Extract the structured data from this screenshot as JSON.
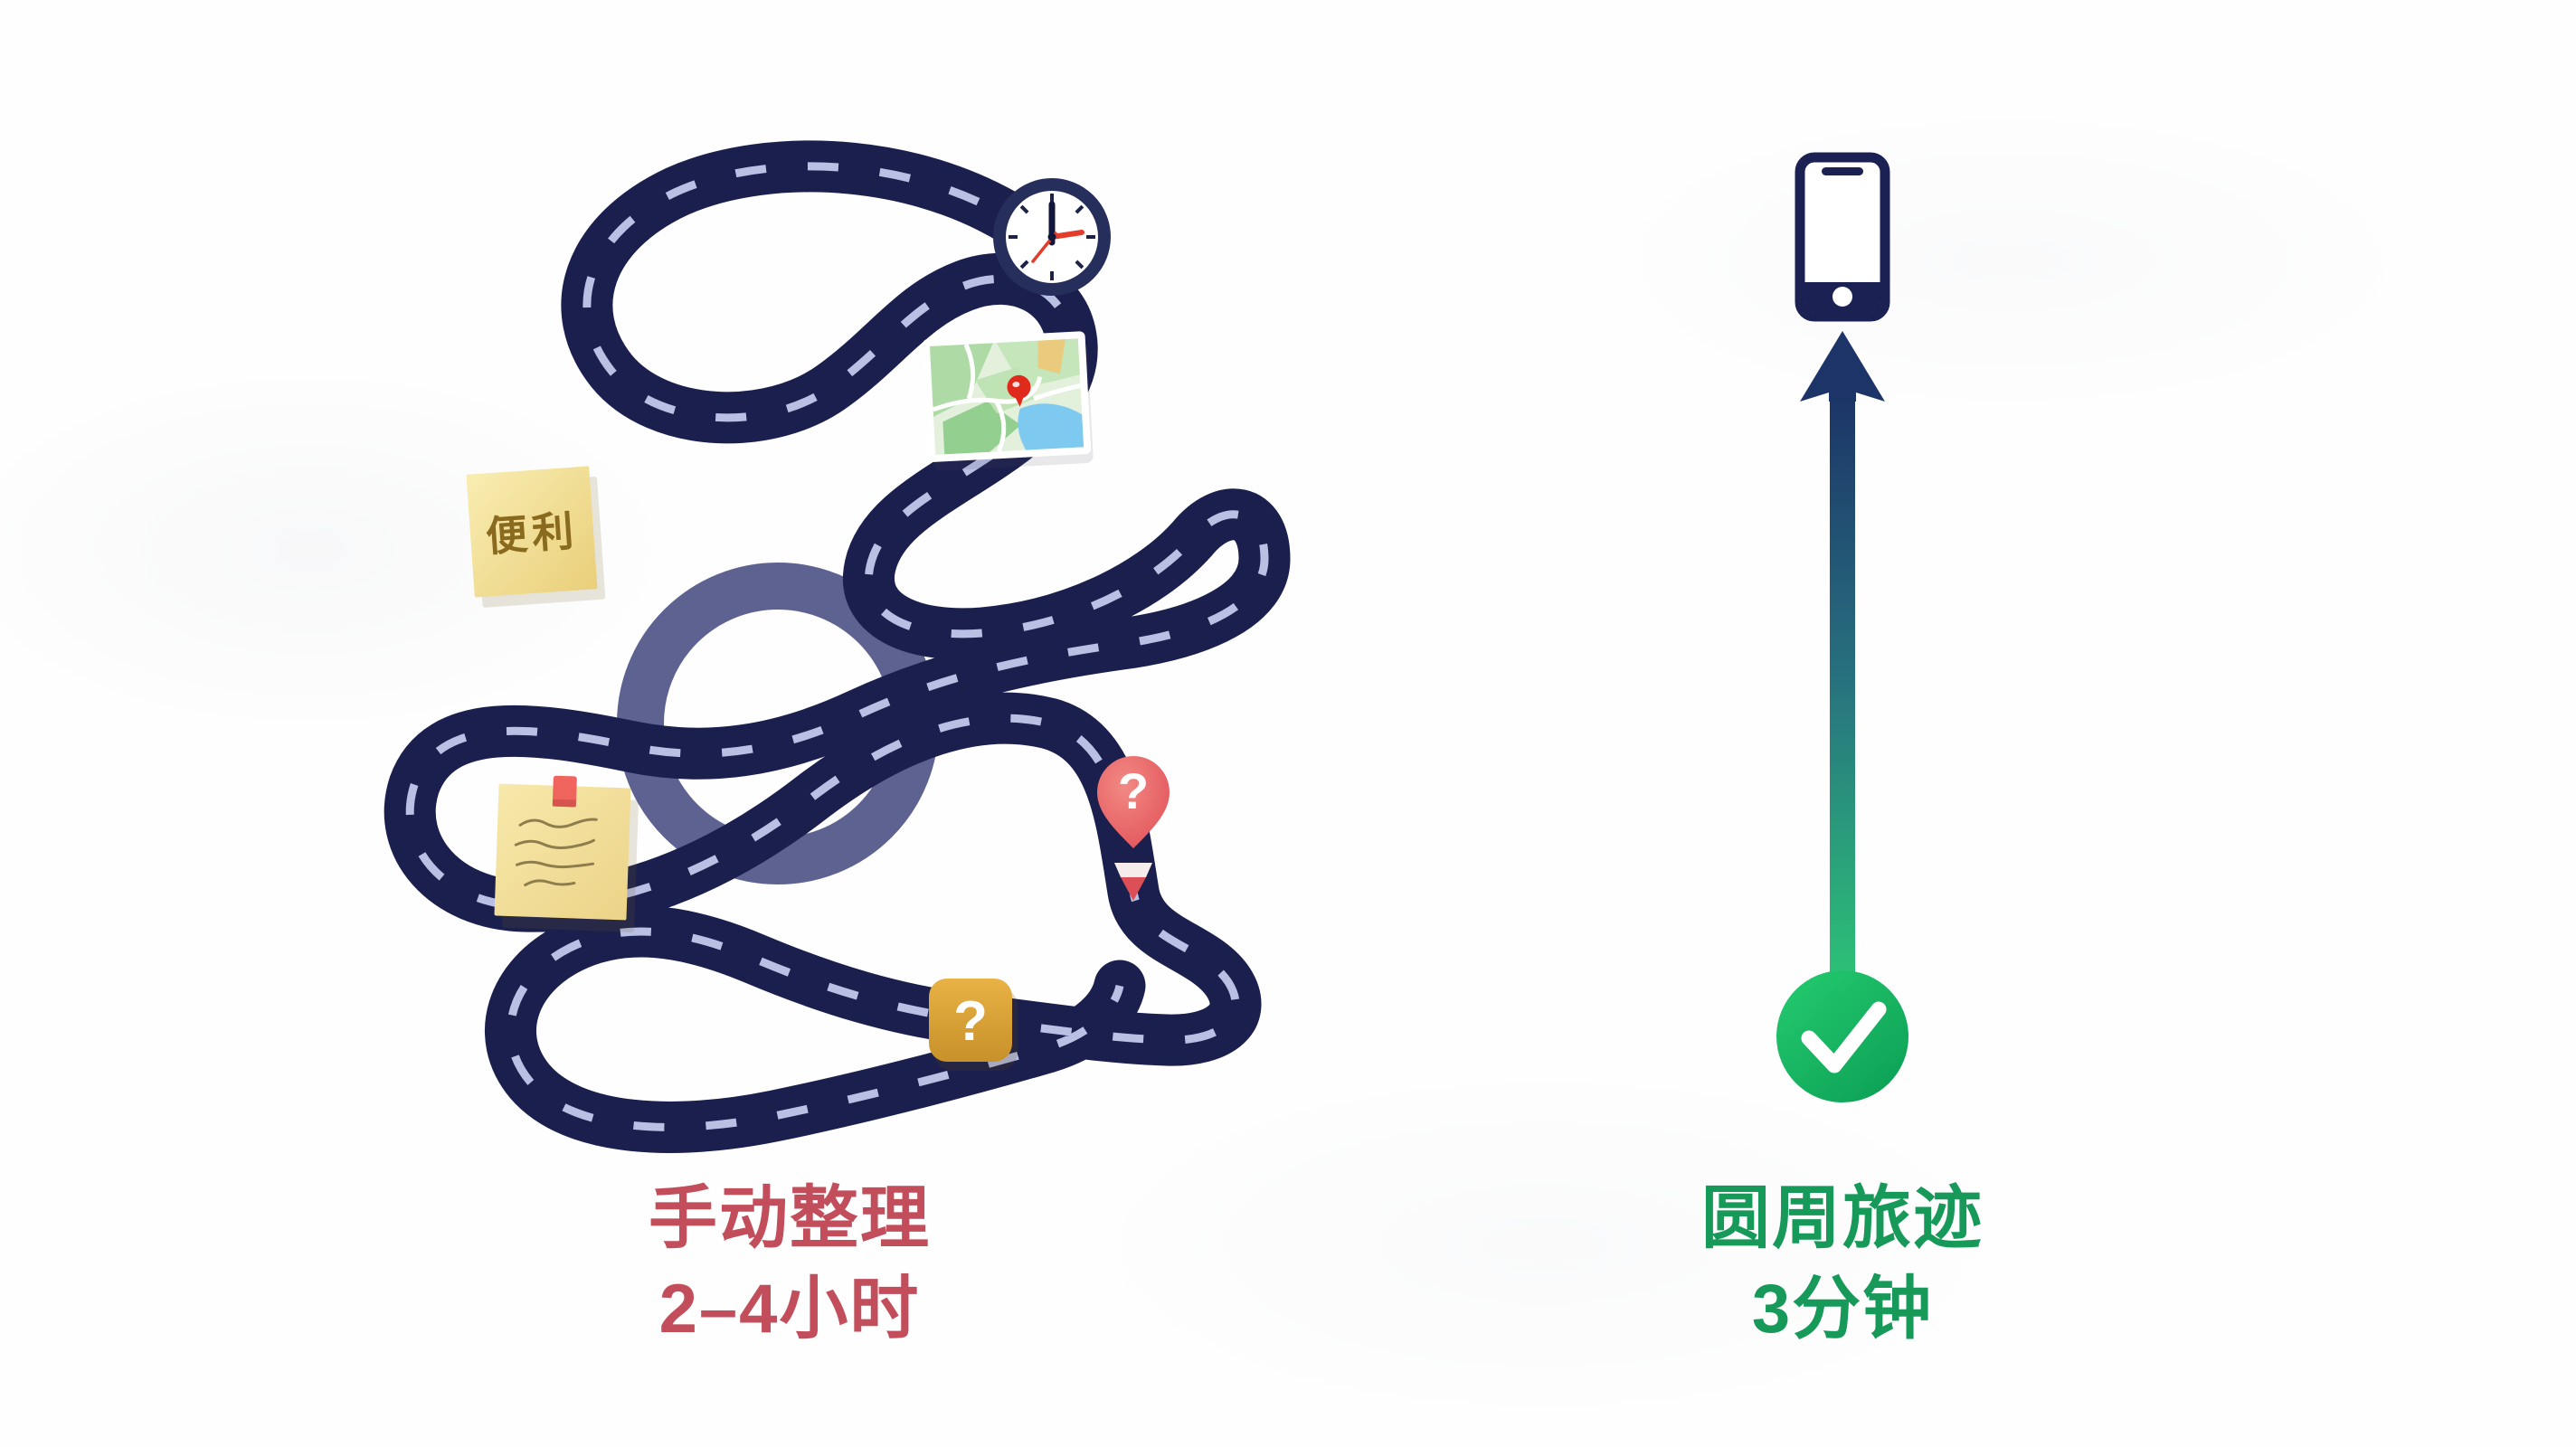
{
  "illustration": {
    "left": {
      "caption_line1": "手动整理",
      "caption_line2": "2–4小时",
      "caption_color": "#c24e5c",
      "sticky_note_text": "便利",
      "pin_question_mark": "?",
      "sign_question_mark": "?",
      "icons": {
        "clock": "clock-icon",
        "map": "map-icon",
        "sticky_note_labeled": "sticky-note-icon",
        "sticky_note_scribbled": "pinned-note-icon",
        "question_pin": "question-pin-icon",
        "question_sign": "question-sign-icon",
        "road": "winding-road"
      }
    },
    "right": {
      "caption_line1": "圆周旅迹",
      "caption_line2": "3分钟",
      "caption_color": "#17995a",
      "icons": {
        "phone": "phone-icon",
        "arrow": "straight-up-arrow",
        "check": "check-circle-icon"
      }
    },
    "colors": {
      "road": "#1b1f4d",
      "road_underpass": "#3a4079",
      "road_dash": "#b9c0e4",
      "arrow_top": "#1c3467",
      "arrow_mid": "#27707f",
      "arrow_bottom": "#2cc077",
      "check_circle": "#16b463",
      "gold_sign": "#d9a032",
      "question_pin": "#e4565c",
      "sticky_note": "#f5e6a3",
      "clock_hands_accent": "#e23d2c",
      "phone": "#1b2153",
      "map_water": "#7ec9ef",
      "map_green": "#aedaa6"
    }
  }
}
